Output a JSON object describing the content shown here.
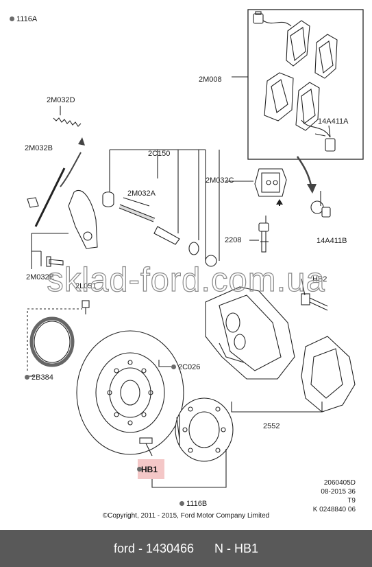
{
  "labels": {
    "ref_1116a": "1116A",
    "ref_2m032d": "2M032D",
    "ref_2m032b": "2M032B",
    "ref_2c150": "2C150",
    "ref_2m032a": "2M032A",
    "ref_2m008": "2M008",
    "ref_14a411a": "14A411A",
    "ref_2m032c": "2M032C",
    "ref_2208": "2208",
    "ref_14a411b": "14A411B",
    "ref_2m032e": "2M032E",
    "ref_2l051": "2L051",
    "ref_hb2": "HB2",
    "ref_2b384": "2B384",
    "ref_2c026": "2C026",
    "ref_2552": "2552",
    "ref_hb1": "HB1",
    "ref_1116b": "1116B"
  },
  "meta": {
    "line1": "2060405D",
    "line2": "08-2015 36",
    "line3": "T9",
    "line4": "K 0248840 06"
  },
  "copyright": "©Copyright, 2011 - 2015, Ford Motor Company Limited",
  "watermark": "sklad-ford.com.ua",
  "footer": {
    "part": "ford - 1430466",
    "ref": "N - HB1"
  }
}
